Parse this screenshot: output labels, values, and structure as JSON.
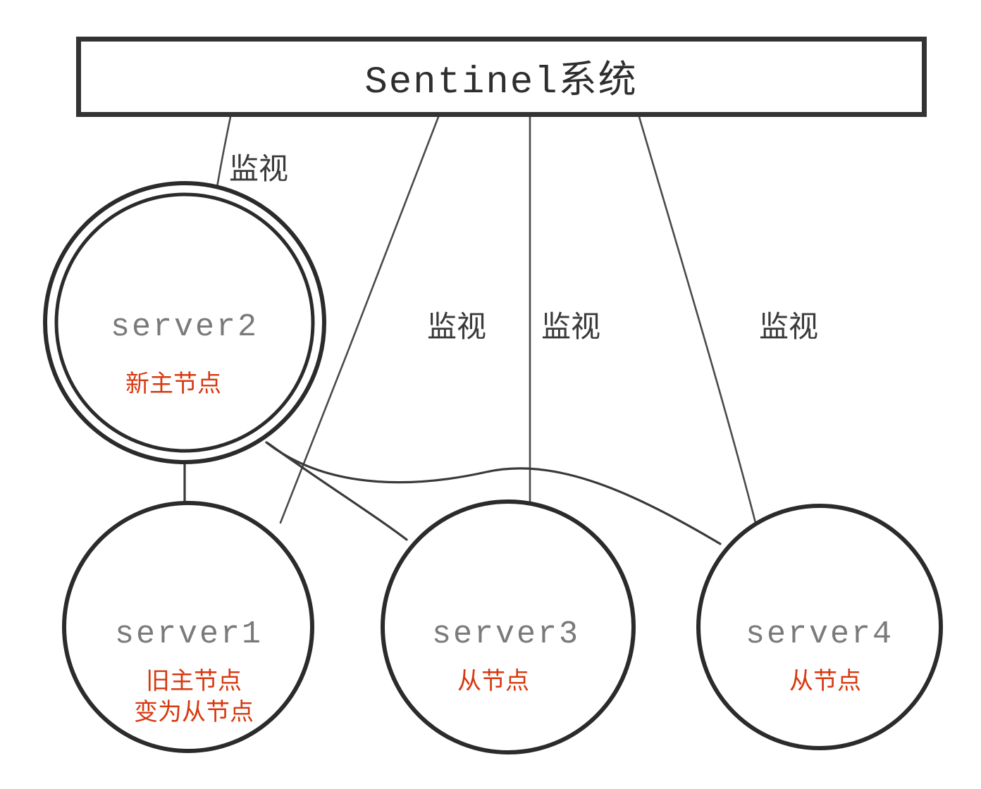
{
  "diagram": {
    "title": "Sentinel系统",
    "watch_label": "监视",
    "accent_red": "#d8380f",
    "line_color": "#4a4a4a",
    "node_stroke": "#2b2b2b",
    "box_stroke": "#333333",
    "server_text_color": "#7a7a7a"
  },
  "sentinel": {
    "label": "Sentinel系统"
  },
  "nodes": [
    {
      "id": "server2",
      "name": "server2",
      "role": "新主节点",
      "role_lines": [
        "新主节点"
      ],
      "is_master": true,
      "double_ring": true
    },
    {
      "id": "server1",
      "name": "server1",
      "role": "旧主节点 变为从节点",
      "role_lines": [
        "旧主节点",
        "变为从节点"
      ],
      "is_master": false,
      "double_ring": false
    },
    {
      "id": "server3",
      "name": "server3",
      "role": "从节点",
      "role_lines": [
        "从节点"
      ],
      "is_master": false,
      "double_ring": false
    },
    {
      "id": "server4",
      "name": "server4",
      "role": "从节点",
      "role_lines": [
        "从节点"
      ],
      "is_master": false,
      "double_ring": false
    }
  ],
  "watch_labels": [
    {
      "id": "watch-server2",
      "text": "监视"
    },
    {
      "id": "watch-server1",
      "text": "监视"
    },
    {
      "id": "watch-server3",
      "text": "监视"
    },
    {
      "id": "watch-server4",
      "text": "监视"
    }
  ],
  "edges": [
    {
      "id": "sentinel-to-server2",
      "from": "Sentinel系统",
      "to": "server2",
      "label": "监视"
    },
    {
      "id": "sentinel-to-server1",
      "from": "Sentinel系统",
      "to": "server1",
      "label": "监视"
    },
    {
      "id": "sentinel-to-server3",
      "from": "Sentinel系统",
      "to": "server3",
      "label": "监视"
    },
    {
      "id": "sentinel-to-server4",
      "from": "Sentinel系统",
      "to": "server4",
      "label": "监视"
    },
    {
      "id": "server2-to-server1",
      "from": "server2",
      "to": "server1",
      "label": ""
    },
    {
      "id": "server2-to-server3",
      "from": "server2",
      "to": "server3",
      "label": ""
    },
    {
      "id": "server2-to-server4",
      "from": "server2",
      "to": "server4",
      "label": ""
    }
  ]
}
